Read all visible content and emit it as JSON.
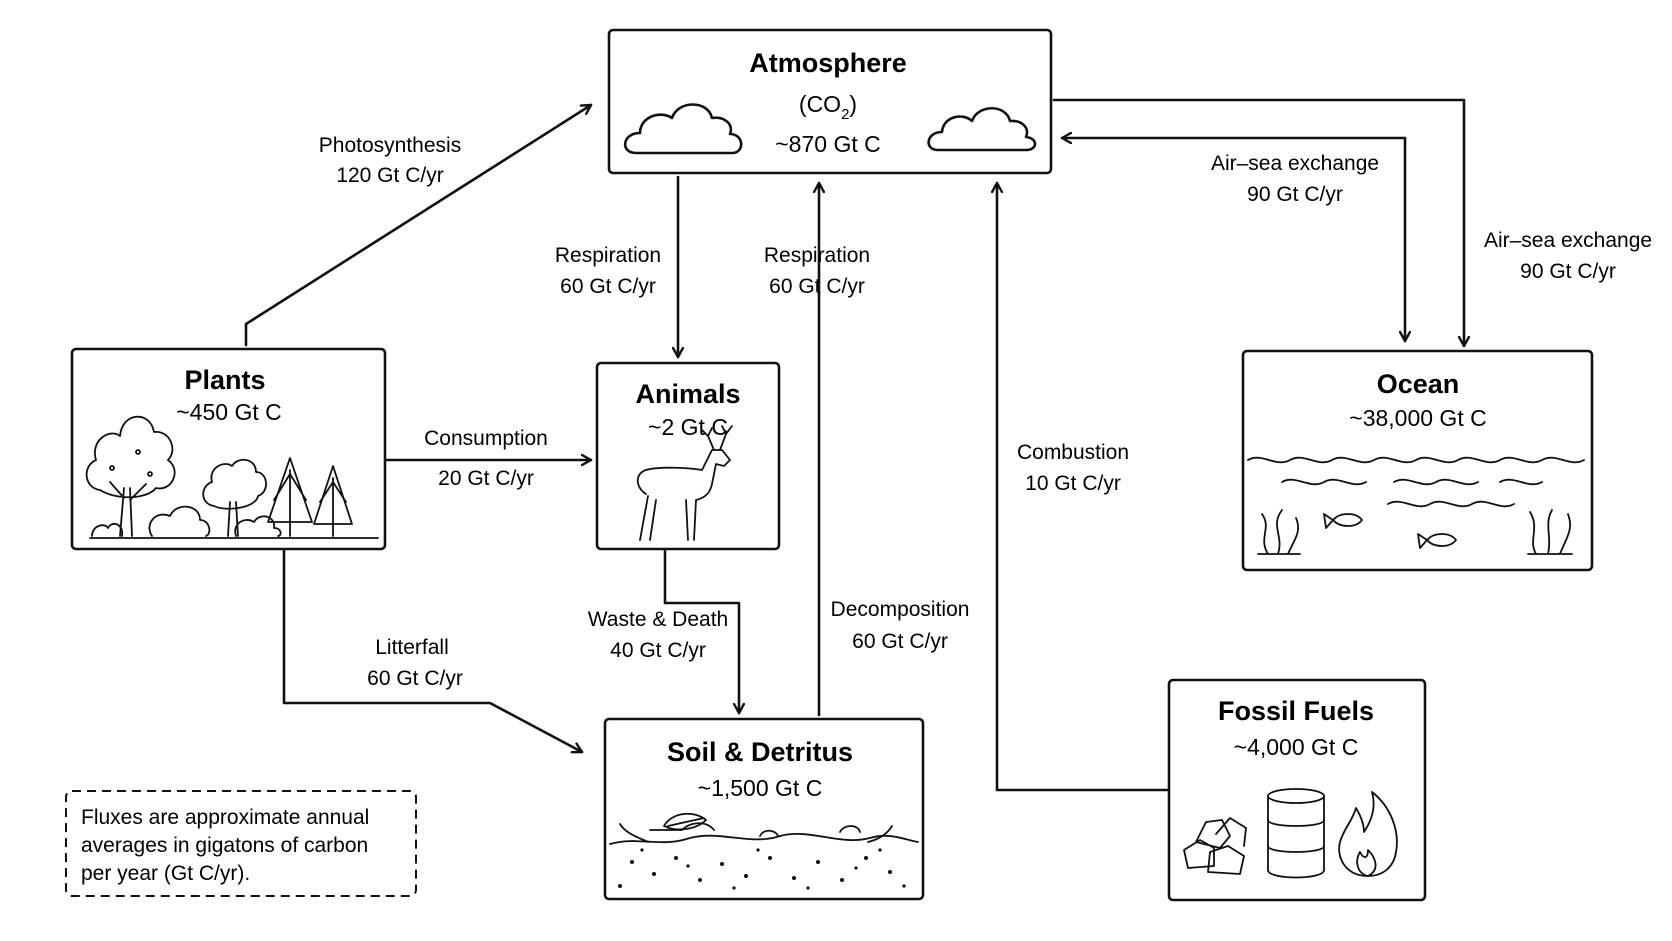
{
  "reservoirs": {
    "atmosphere": {
      "title": "Atmosphere",
      "formula_prefix": "(CO",
      "formula_sub": "2",
      "formula_suffix": ")",
      "amount": "~870 Gt C"
    },
    "plants": {
      "title": "Plants",
      "amount": "~450 Gt C"
    },
    "animals": {
      "title": "Animals",
      "amount": "~2 Gt C"
    },
    "ocean": {
      "title": "Ocean",
      "amount": "~38,000 Gt C"
    },
    "soil": {
      "title": "Soil & Detritus",
      "amount": "~1,500 Gt C"
    },
    "fossil": {
      "title": "Fossil Fuels",
      "amount": "~4,000 Gt C"
    }
  },
  "fluxes": {
    "photosynthesis": {
      "name": "Photosynthesis",
      "value": "120 Gt C/yr"
    },
    "respiration_animals": {
      "name": "Respiration",
      "value": "60 Gt C/yr"
    },
    "respiration_soil": {
      "name": "Respiration",
      "value": "60 Gt C/yr"
    },
    "air_sea_in": {
      "name": "Air–sea exchange",
      "value": "90 Gt C/yr"
    },
    "air_sea_out": {
      "name": "Air–sea exchange",
      "value": "90 Gt C/yr"
    },
    "consumption": {
      "name": "Consumption",
      "value": "20 Gt C/yr"
    },
    "combustion": {
      "name": "Combustion",
      "value": "10 Gt C/yr"
    },
    "waste_death": {
      "name": "Waste & Death",
      "value": "40 Gt C/yr"
    },
    "decomposition": {
      "name": "Decomposition",
      "value": "60 Gt C/yr"
    },
    "litterfall": {
      "name": "Litterfall",
      "value": "60 Gt C/yr"
    }
  },
  "note": {
    "line1": "Fluxes are approximate annual",
    "line2": "averages in gigatons of carbon",
    "line3": "per year (Gt C/yr)."
  }
}
